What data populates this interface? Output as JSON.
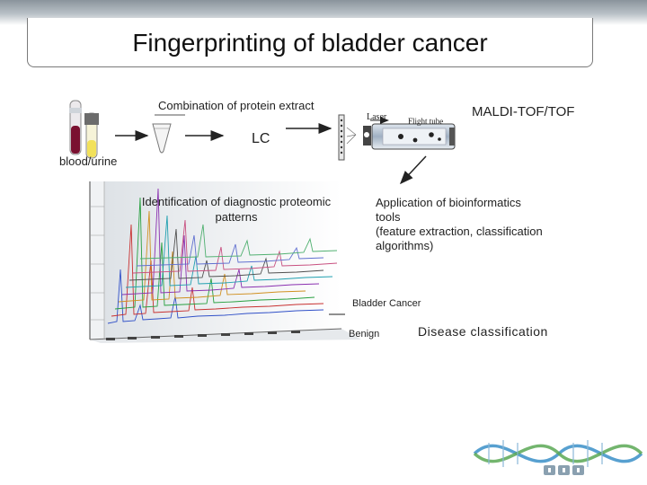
{
  "slide": {
    "title": "Fingerprinting of bladder cancer"
  },
  "labels": {
    "combination": "Combination of protein extract",
    "lc": "LC",
    "blood_urine": "blood/urine",
    "laser": "Laser",
    "flight_tube": "Flight tube",
    "maldi": "MALDI-TOF/TOF",
    "identification_line1": "Identification of diagnostic proteomic",
    "identification_line2": "patterns",
    "bioinf_line1": "Application of bioinformatics",
    "bioinf_line2": "tools",
    "bioinf_line3": "(feature extraction, classification",
    "bioinf_line4": "algorithms)",
    "bladder_cancer": "Bladder Cancer",
    "benign": "Benign",
    "disease_classification": "Disease classification"
  },
  "colors": {
    "arrow": "#222222",
    "blood": "#7a1030",
    "dna_blue": "#3a8fc8",
    "dna_green": "#5aa855"
  }
}
